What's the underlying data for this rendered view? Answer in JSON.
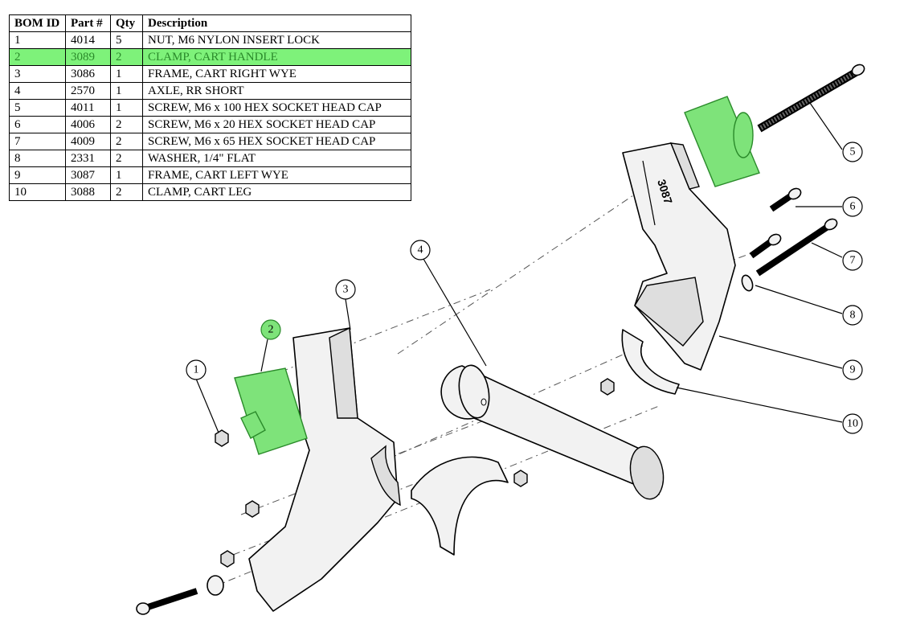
{
  "bom": {
    "headers": [
      "BOM ID",
      "Part #",
      "Qty",
      "Description"
    ],
    "rows": [
      {
        "id": "1",
        "part": "4014",
        "qty": "5",
        "desc": "NUT, M6 NYLON INSERT LOCK"
      },
      {
        "id": "2",
        "part": "3089",
        "qty": "2",
        "desc": "CLAMP, CART HANDLE",
        "highlight": true
      },
      {
        "id": "3",
        "part": "3086",
        "qty": "1",
        "desc": "FRAME, CART RIGHT WYE"
      },
      {
        "id": "4",
        "part": "2570",
        "qty": "1",
        "desc": "AXLE, RR SHORT"
      },
      {
        "id": "5",
        "part": "4011",
        "qty": "1",
        "desc": "SCREW, M6 x 100 HEX SOCKET HEAD CAP"
      },
      {
        "id": "6",
        "part": "4006",
        "qty": "2",
        "desc": "SCREW, M6 x 20 HEX SOCKET HEAD CAP"
      },
      {
        "id": "7",
        "part": "4009",
        "qty": "2",
        "desc": "SCREW, M6 x 65 HEX SOCKET HEAD CAP"
      },
      {
        "id": "8",
        "part": "2331",
        "qty": "2",
        "desc": "WASHER, 1/4\" FLAT"
      },
      {
        "id": "9",
        "part": "3087",
        "qty": "1",
        "desc": "FRAME, CART LEFT WYE"
      },
      {
        "id": "10",
        "part": "3088",
        "qty": "2",
        "desc": "CLAMP, CART LEG"
      }
    ]
  },
  "callouts": {
    "b1": "1",
    "b2": "2",
    "b3": "3",
    "b4": "4",
    "b5": "5",
    "b6": "6",
    "b7": "7",
    "b8": "8",
    "b9": "9",
    "b10": "10"
  },
  "part_marking": "3087",
  "colors": {
    "highlight": "#7ee37a",
    "highlight_text": "#2a8a2a",
    "line": "#000000"
  }
}
